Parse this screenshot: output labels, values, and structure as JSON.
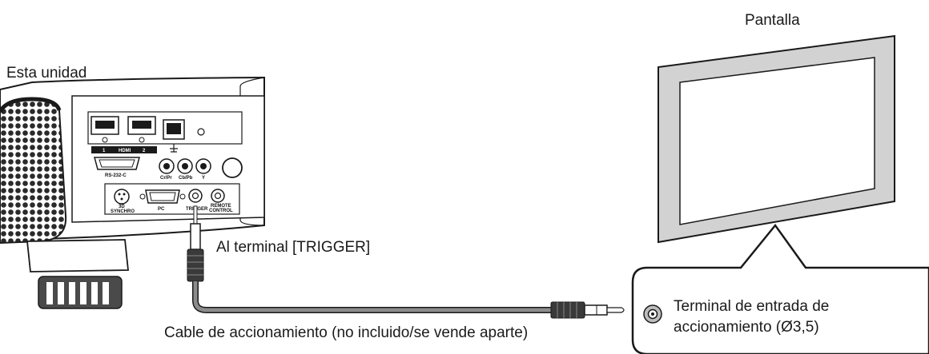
{
  "labels": {
    "unit": "Esta unidad",
    "screen": "Pantalla",
    "to_trigger": "Al terminal [TRIGGER]",
    "cable": "Cable de accionamiento (no incluido/se vende aparte)",
    "screen_terminal_line1": "Terminal de entrada de",
    "screen_terminal_line2": "accionamiento (Ø3,5)"
  },
  "panel_labels": {
    "hdmi": "HDMI",
    "hdmi_1": "1",
    "hdmi_2": "2",
    "rs232c": "RS-232-C",
    "cr_pr": "Cr/Pr",
    "cb_pb": "Cb/Pb",
    "y": "Y",
    "sync_3d_line1": "3D",
    "sync_3d_line2": "SYNCHRO",
    "pc": "PC",
    "trigger": "TRIGGER",
    "remote_line1": "REMOTE",
    "remote_line2": "CONTROL"
  }
}
